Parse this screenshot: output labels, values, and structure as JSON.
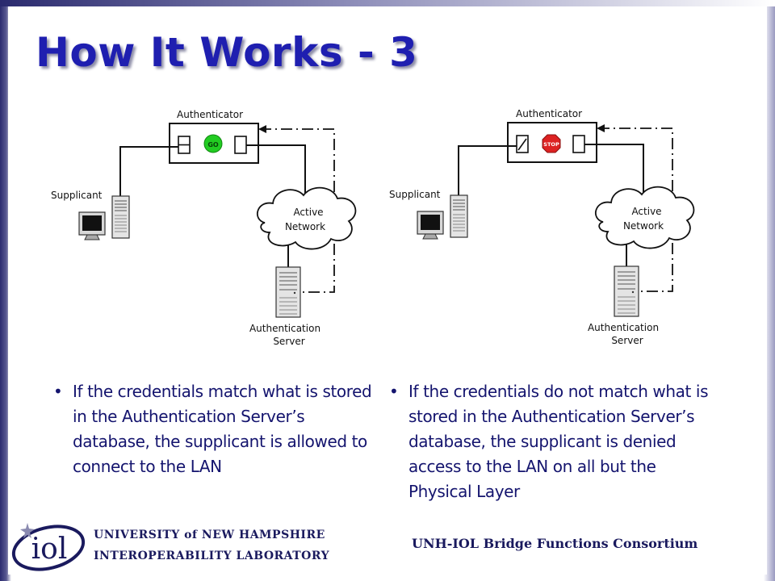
{
  "slide": {
    "title": "How It Works - 3",
    "bullets": [
      "If the credentials match what is stored in the Authentication Server’s database, the supplicant is allowed to connect to the LAN",
      "If the credentials do not match what is stored in the Authentication Server’s database, the supplicant is denied access to the LAN on all but the Physical Layer"
    ],
    "bullet_marker": "•"
  },
  "diagrams": [
    {
      "authenticator_label": "Authenticator",
      "supplicant_label": "Supplicant",
      "network_label_line1": "Active",
      "network_label_line2": "Network",
      "server_label_line1": "Authentication",
      "server_label_line2": "Server",
      "status_text": "GO",
      "status_color": "#22cc22",
      "port_state": "closed"
    },
    {
      "authenticator_label": "Authenticator",
      "supplicant_label": "Supplicant",
      "network_label_line1": "Active",
      "network_label_line2": "Network",
      "server_label_line1": "Authentication",
      "server_label_line2": "Server",
      "status_text": "STOP",
      "status_color": "#dd2222",
      "port_state": "open"
    }
  ],
  "footer": {
    "university_line1": "UNIVERSITY of NEW HAMPSHIRE",
    "university_line2": "INTEROPERABILITY LABORATORY",
    "consortium": "UNH-IOL Bridge Functions Consortium",
    "logo_text": "iol"
  },
  "colors": {
    "title": "#1f1fb0",
    "text": "#14146e",
    "footer": "#1a1a5e"
  }
}
